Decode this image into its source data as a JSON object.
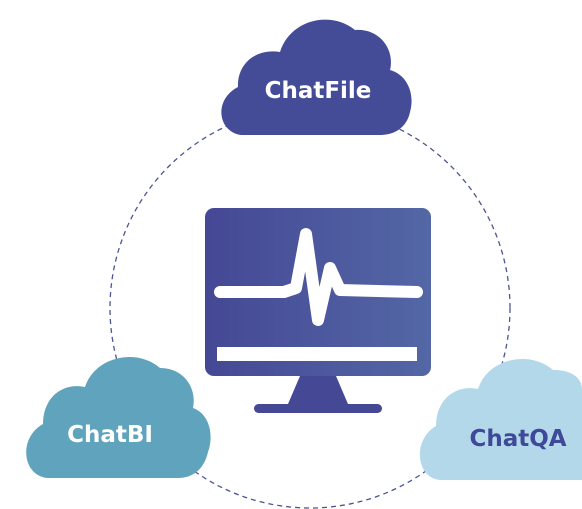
{
  "nodes": {
    "top": {
      "label": "ChatFile",
      "fill": "#454c97",
      "text_color": "#ffffff"
    },
    "left": {
      "label": "ChatBI",
      "fill": "#5fa3bd",
      "text_color": "#ffffff"
    },
    "right": {
      "label": "ChatQA",
      "fill": "#b3d8ea",
      "text_color": "#3f4998"
    }
  },
  "center": {
    "icon": "monitor-heartbeat-icon",
    "gradient_start": "#454895",
    "gradient_end": "#5367a5"
  },
  "ring": {
    "style": "dashed",
    "color": "#4c5595"
  }
}
